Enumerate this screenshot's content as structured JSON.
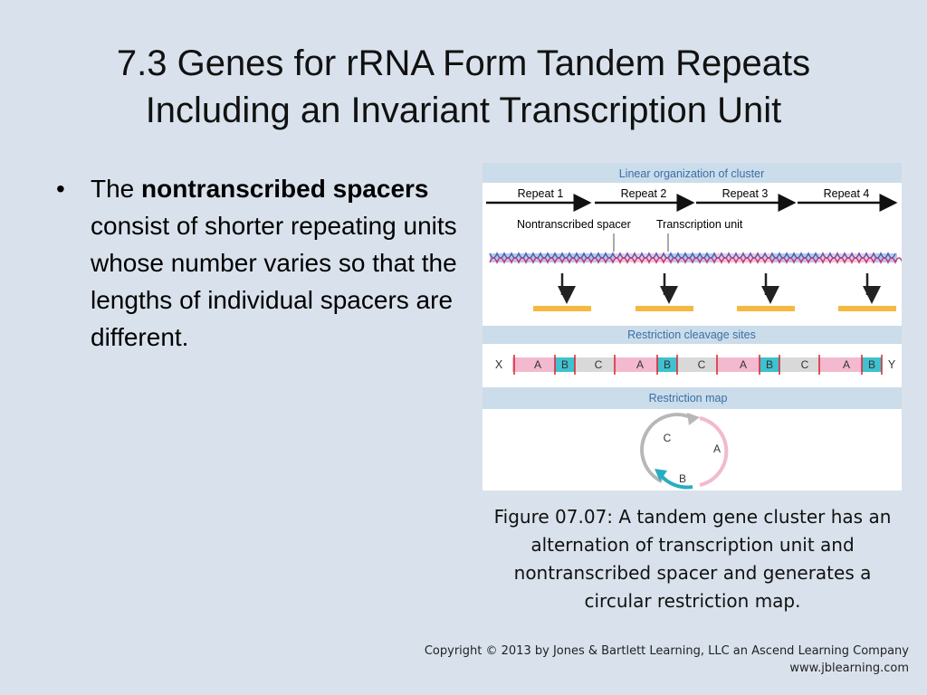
{
  "slide": {
    "title_line1": "7.3  Genes for rRNA Form Tandem Repeats",
    "title_line2": "Including an Invariant Transcription Unit",
    "bullet_symbol": "•",
    "bullet_pre": "The ",
    "bullet_bold": "nontranscribed spacers",
    "bullet_post": " consist of shorter repeating units whose number varies so that the lengths of individual spacers are different.",
    "caption_lines": [
      "Figure 07.07: A tandem gene cluster has an",
      "alternation of transcription unit and",
      "nontranscribed spacer and generates a",
      "circular restriction map."
    ],
    "copyright_line1": "Copyright © 2013 by Jones & Bartlett Learning, LLC an Ascend Learning Company",
    "copyright_line2": "www.jblearning.com"
  },
  "figure": {
    "header_linear": "Linear organization of cluster",
    "repeats": [
      "Repeat 1",
      "Repeat 2",
      "Repeat 3",
      "Repeat 4"
    ],
    "label_spacer": "Nontranscribed spacer",
    "label_unit": "Transcription unit",
    "header_sites": "Restriction cleavage sites",
    "site_end_left": "X",
    "site_end_right": "Y",
    "site_labels": [
      "A",
      "B",
      "C",
      "A",
      "B",
      "C",
      "A",
      "B",
      "C",
      "A",
      "B"
    ],
    "header_map": "Restriction map",
    "map_labels": [
      "C",
      "A",
      "B"
    ],
    "colors": {
      "header_band": "#cbdcea",
      "header_text": "#3a6fa8",
      "product_bar": "#f5b942",
      "seg_pink": "#f2b9cf",
      "seg_teal": "#3fc1cf",
      "seg_gray": "#d9d9d9",
      "site_marker": "#d8232a",
      "arrow_gray": "#b7b7b7",
      "arrow_teal": "#27aebf"
    }
  }
}
